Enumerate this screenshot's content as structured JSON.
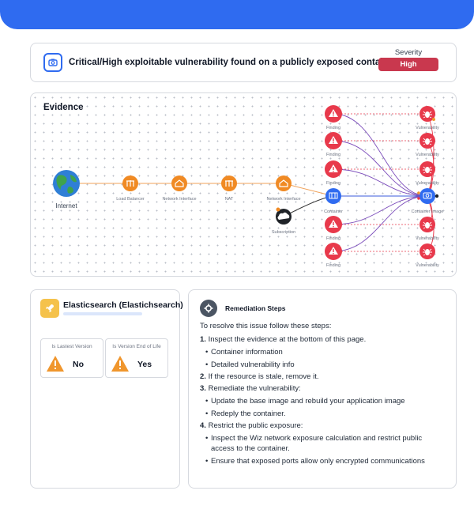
{
  "issue": {
    "icon": "container-shield-icon",
    "title": "Critical/High exploitable vulnerability found on a publicly exposed container",
    "severity_label": "Severity",
    "severity_value": "High",
    "severity_color": "#c9384e"
  },
  "evidence": {
    "title": "Evidence",
    "nodes": {
      "internet": "Internet",
      "load_balancer": "Load Balancer",
      "network_interface_1": "Network Interface",
      "nat": "NAT",
      "network_interface_2": "Network Interface",
      "subscription": "Subscription",
      "container": "Container",
      "container_image": "Container Image",
      "finding": "Finding",
      "vulnerability": "Vulnerability"
    },
    "findings_count": 6,
    "vulnerabilities_count": 6
  },
  "technology": {
    "name": "Elasticsearch (Elastichsearch)",
    "icon": "rocket-icon",
    "boxes": [
      {
        "label": "Is Lastest Version",
        "value": "No"
      },
      {
        "label": "Is Version End of Life",
        "value": "Yes"
      }
    ]
  },
  "remediation": {
    "title": "Remediation Steps",
    "intro": "To resolve this issue follow these steps:",
    "steps": [
      {
        "num": "1.",
        "text": "Inspect the evidence at the bottom of this page.",
        "subs": [
          "Container information",
          "Detailed vulnerability info"
        ]
      },
      {
        "num": "2.",
        "text": "If the resource is stale, remove it.",
        "subs": []
      },
      {
        "num": "3.",
        "text": "Remediate the vulnerability:",
        "subs": [
          "Update the base image and rebuild your application image",
          "Redeply the container."
        ]
      },
      {
        "num": "4.",
        "text": "Restrict the public exposure:",
        "subs": [
          "Inspect the Wiz network exposure calculation and restrict public access to the container.",
          "Ensure that exposed ports allow only encrypted communications"
        ]
      }
    ]
  },
  "colors": {
    "accent": "#2f6bf0",
    "danger": "#e8394b",
    "orange": "#f08a24",
    "warning": "#f0962d"
  }
}
